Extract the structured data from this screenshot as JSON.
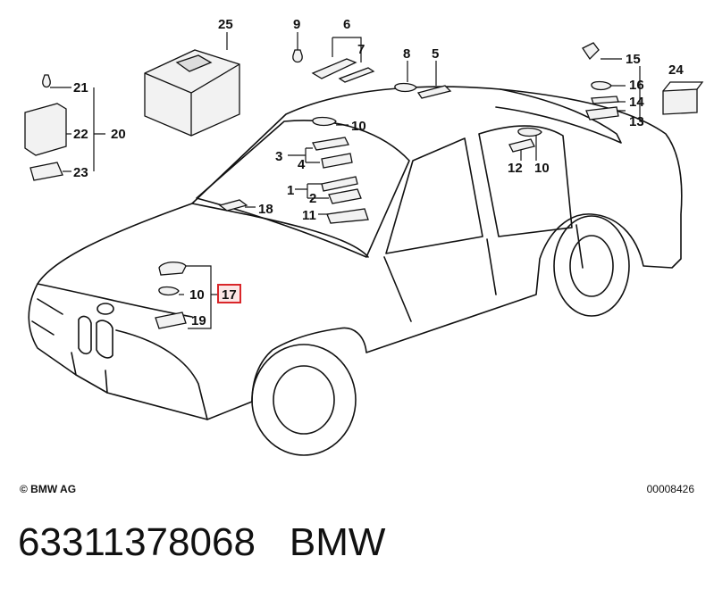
{
  "part_labels": {
    "p1": "1",
    "p2": "2",
    "p3": "3",
    "p4": "4",
    "p5": "5",
    "p6": "6",
    "p7": "7",
    "p8": "8",
    "p9": "9",
    "p10a": "10",
    "p10b": "10",
    "p10c": "10",
    "p11": "11",
    "p12": "12",
    "p13": "13",
    "p14": "14",
    "p15": "15",
    "p16": "16",
    "p17": "17",
    "p18": "18",
    "p19": "19",
    "p20": "20",
    "p21": "21",
    "p22": "22",
    "p23": "23",
    "p24": "24",
    "p25": "25"
  },
  "highlighted_part": "17",
  "colors": {
    "highlight": "#d9262a",
    "line": "#111111"
  },
  "copyright": "© BMW AG",
  "diagram_ref": "00008426",
  "footer": {
    "part_number": "63311378068",
    "brand": "BMW"
  }
}
